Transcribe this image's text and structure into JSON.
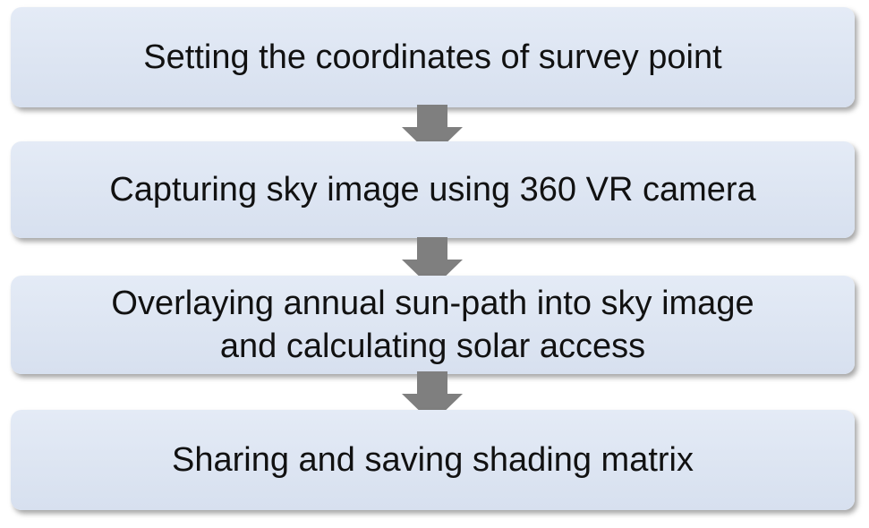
{
  "steps": [
    {
      "label": "Setting the coordinates of survey point"
    },
    {
      "label": "Capturing sky image using 360 VR camera"
    },
    {
      "label": "Overlaying annual sun-path into sky image\nand calculating solar access"
    },
    {
      "label": "Sharing and saving shading matrix"
    }
  ],
  "colors": {
    "box_fill": "#dde5f2",
    "arrow_fill": "#7f7f7f",
    "text": "#111111"
  },
  "icons": {
    "connector": "down-arrow-icon"
  }
}
